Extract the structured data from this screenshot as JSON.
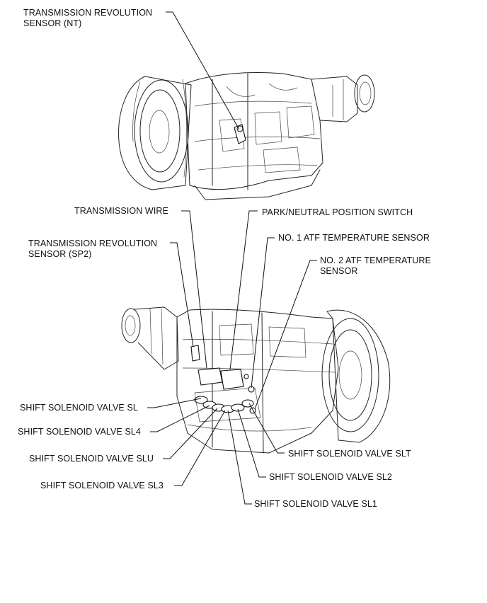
{
  "labels": {
    "nt_line1": "TRANSMISSION REVOLUTION",
    "nt_line2": "SENSOR (NT)",
    "transmission_wire": "TRANSMISSION WIRE",
    "sp2_line1": "TRANSMISSION REVOLUTION",
    "sp2_line2": "SENSOR (SP2)",
    "park_neutral_switch": "PARK/NEUTRAL POSITION SWITCH",
    "atf_temp_1": "NO. 1 ATF TEMPERATURE SENSOR",
    "atf_temp_2_line1": "NO. 2 ATF TEMPERATURE",
    "atf_temp_2_line2": "SENSOR",
    "sl": "SHIFT SOLENOID VALVE SL",
    "sl4": "SHIFT SOLENOID VALVE SL4",
    "slu": "SHIFT SOLENOID VALVE SLU",
    "sl3": "SHIFT SOLENOID VALVE SL3",
    "slt": "SHIFT SOLENOID VALVE SLT",
    "sl2": "SHIFT SOLENOID VALVE SL2",
    "sl1": "SHIFT SOLENOID VALVE SL1"
  }
}
